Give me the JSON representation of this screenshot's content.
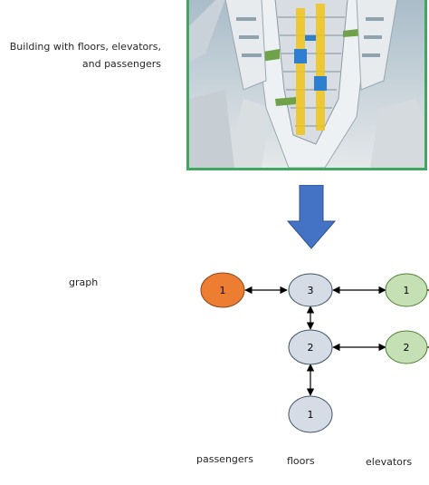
{
  "caption": {
    "line1": "Building with floors, elevators,",
    "line2": "and passengers"
  },
  "graph_label": "graph",
  "nodes": {
    "passenger_1": "1",
    "floor_3": "3",
    "floor_2": "2",
    "floor_1": "1",
    "elevator_1": "1",
    "elevator_2": "2"
  },
  "columns": {
    "passengers": "passengers",
    "floors": "floors",
    "elevators": "elevators"
  },
  "colors": {
    "passenger_fill": "#ed7d31",
    "floor_fill": "#d6dce5",
    "elevator_fill": "#c5e0b4",
    "arrow_fill": "#4472c4",
    "photo_border": "#3fa860"
  }
}
